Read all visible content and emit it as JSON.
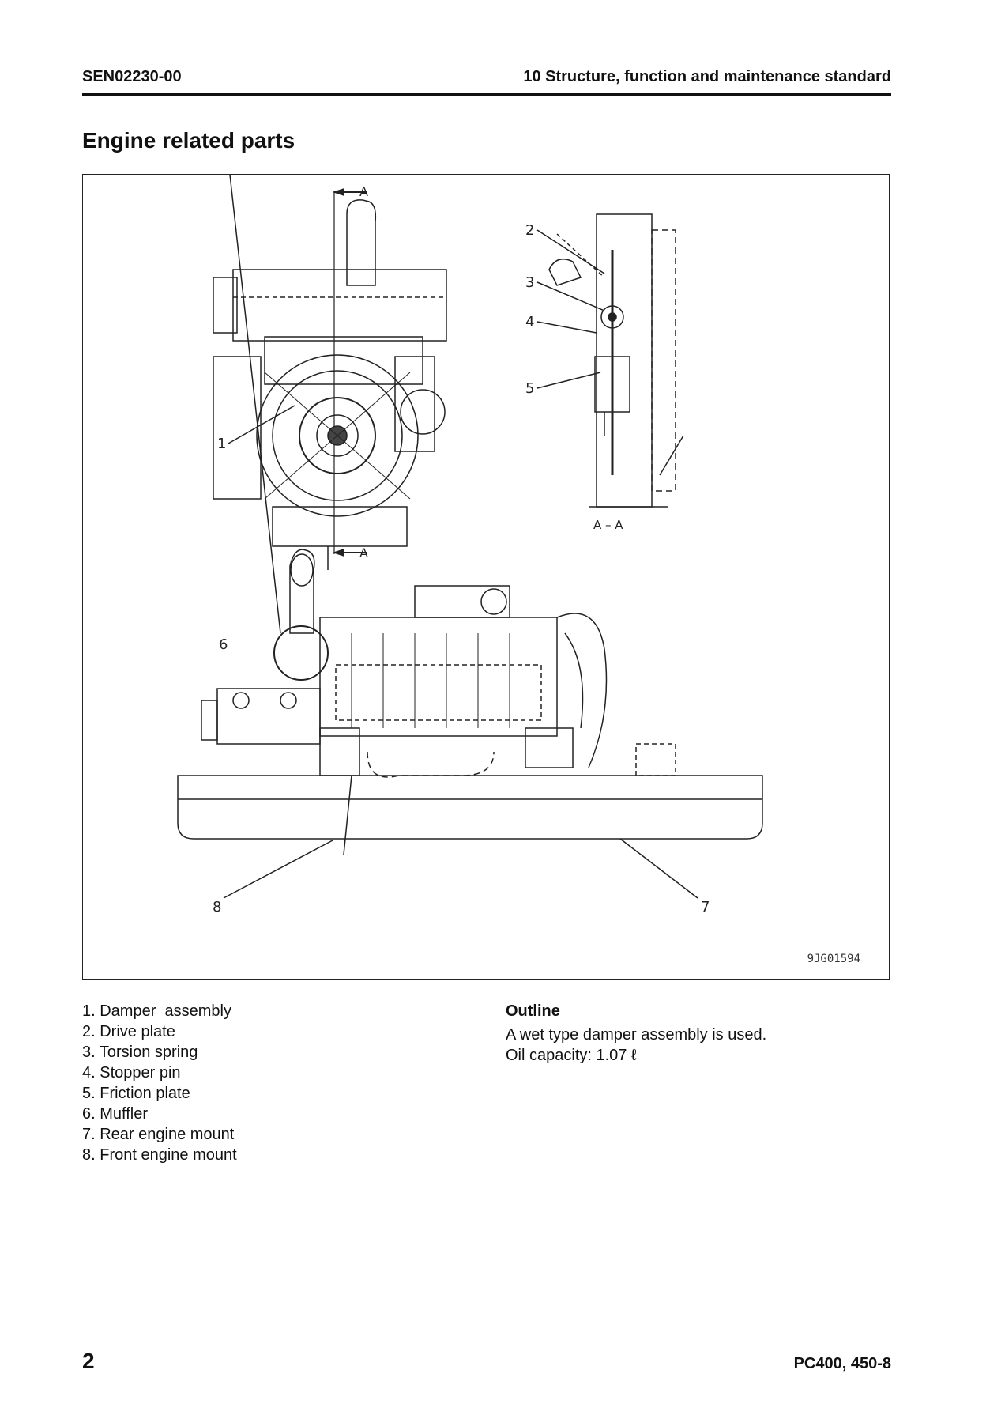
{
  "header": {
    "doc_code": "SEN02230-00",
    "section": "10 Structure, function and maintenance standard"
  },
  "title": "Engine related parts",
  "figure": {
    "code": "9JG01594",
    "section_label": "A",
    "section_view_label": "A – A",
    "callouts": [
      "1",
      "2",
      "3",
      "4",
      "5",
      "6",
      "7",
      "8"
    ]
  },
  "parts": [
    "1. Damper  assembly",
    "2. Drive plate",
    "3. Torsion spring",
    "4. Stopper pin",
    "5. Friction plate",
    "6. Muffler",
    "7. Rear engine mount",
    "8. Front engine mount"
  ],
  "outline": {
    "heading": "Outline",
    "lines": [
      "A wet type damper assembly is used.",
      "Oil capacity: 1.07 ℓ"
    ]
  },
  "footer": {
    "page": "2",
    "model": "PC400, 450-8"
  }
}
